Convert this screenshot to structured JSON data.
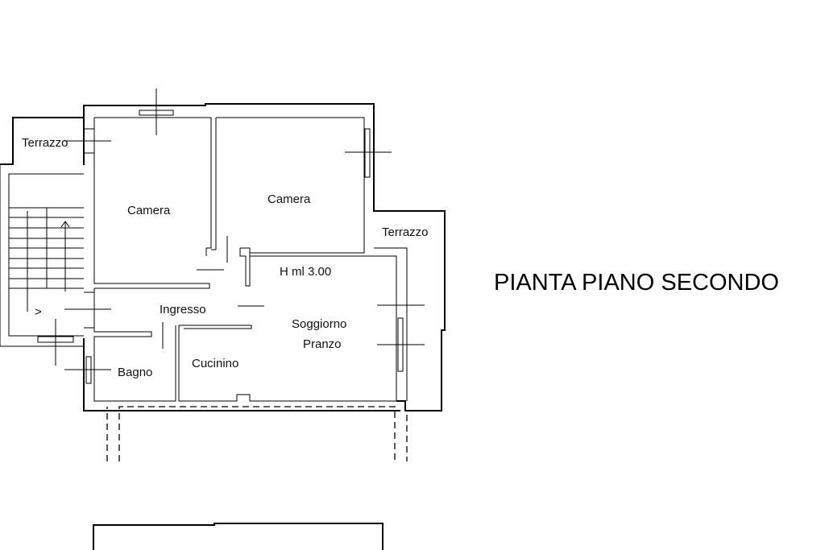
{
  "title": "PIANTA PIANO SECONDO",
  "rooms": {
    "terrazzo_left": "Terrazzo",
    "camera_left": "Camera",
    "camera_right": "Camera",
    "terrazzo_right": "Terrazzo",
    "height_note": "H ml 3.00",
    "ingresso": "Ingresso",
    "soggiorno": "Soggiorno",
    "pranzo": "Pranzo",
    "cucinino": "Cucinino",
    "bagno": "Bagno"
  },
  "stair_arrow": ">"
}
